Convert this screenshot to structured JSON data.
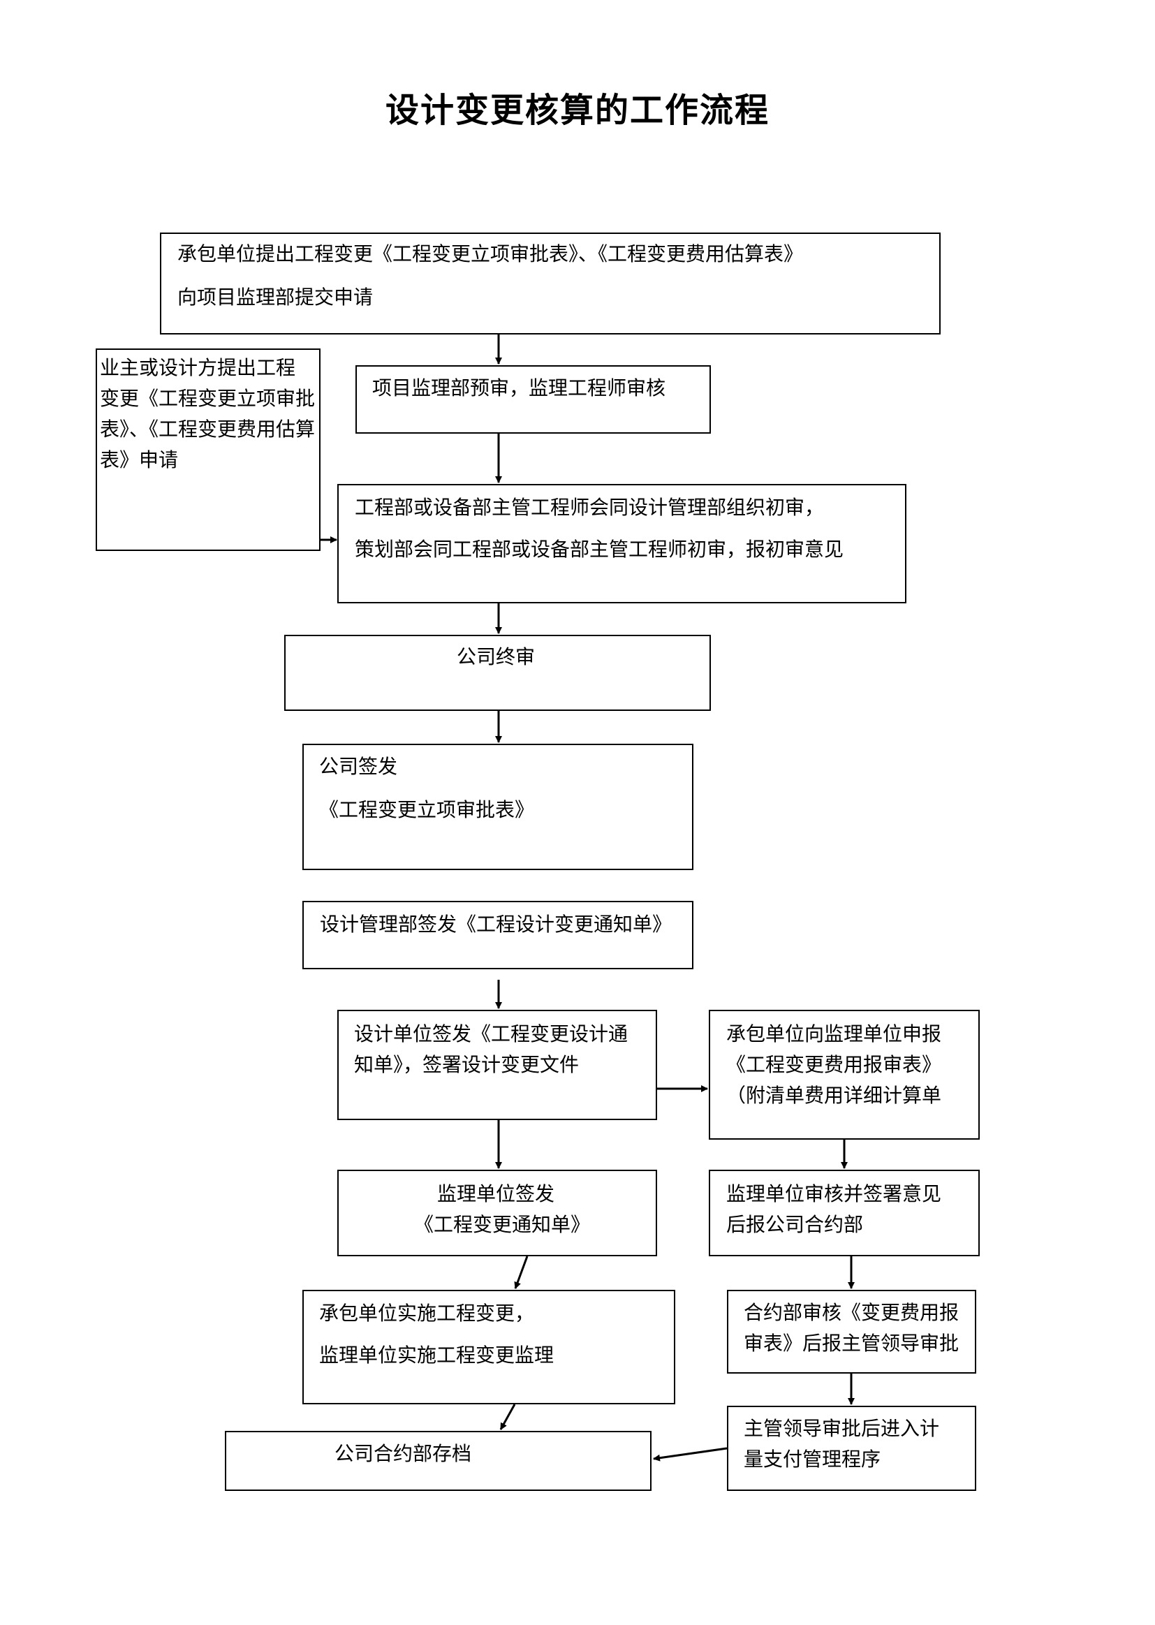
{
  "title": "设计变更核算的工作流程",
  "nodes": {
    "contractor_submit": {
      "line1": "承包单位提出工程变更《工程变更立项审批表》、《工程变更费用估算表》",
      "line2": "向项目监理部提交申请"
    },
    "owner_submit": {
      "line1": "业主或设计方提出工程",
      "line2": "变更《工程变更立项审批",
      "line3": "表》、《工程变更费用估算",
      "line4": "表》申请"
    },
    "supervision_pre_review": {
      "line1": "项目监理部预审，监理工程师审核"
    },
    "initial_review": {
      "line1": "工程部或设备部主管工程师会同设计管理部组织初审，",
      "line2": "策划部会同工程部或设备部主管工程师初审，报初审意见"
    },
    "company_final_review": {
      "line1": "公司终审"
    },
    "company_issue": {
      "line1": "公司签发",
      "line2": "《工程变更立项审批表》"
    },
    "design_dept_issue": {
      "line1": "设计管理部签发《工程设计变更通知单》"
    },
    "design_unit_issue": {
      "line1": "设计单位签发《工程变更设计通",
      "line2": "知单》，签署设计变更文件"
    },
    "contractor_report_cost": {
      "line1": "承包单位向监理单位申报",
      "line2": "《工程变更费用报审表》",
      "line3": "（附清单费用详细计算单"
    },
    "supervision_issue": {
      "line1": "监理单位签发",
      "line2": "《工程变更通知单》"
    },
    "supervision_review_cost": {
      "line1": "监理单位审核并签署意见",
      "line2": "后报公司合约部"
    },
    "implement_change": {
      "line1": "承包单位实施工程变更，",
      "line2": "监理单位实施工程变更监理"
    },
    "contract_dept_review": {
      "line1": "合约部审核《变更费用报",
      "line2": "审表》后报主管领导审批"
    },
    "contract_dept_archive": {
      "line1": "公司合约部存档"
    },
    "leader_approval": {
      "line1": "主管领导审批后进入计",
      "line2": "量支付管理程序"
    }
  }
}
